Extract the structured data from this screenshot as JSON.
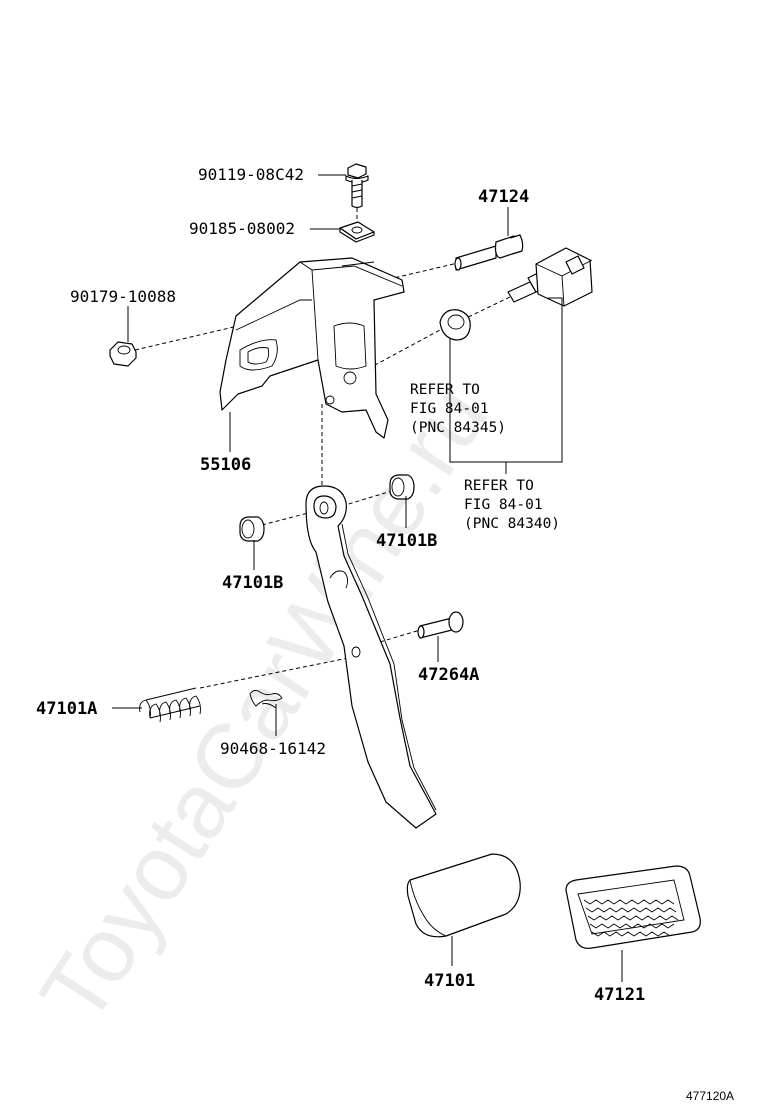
{
  "watermark": "ToyotaCarWine.ru",
  "figure_id": "477120A",
  "labels": {
    "bolt_flange": "90119-08C42",
    "washer_square": "90185-08002",
    "nut_flange": "90179-10088",
    "bracket": "55106",
    "pedal_shaft_bolt": "47124",
    "bushing_right": "47101B",
    "bushing_left": "47101B",
    "pin": "47264A",
    "spring": "47101A",
    "clip": "90468-16142",
    "brake_pedal": "47101",
    "pedal_pad": "47121"
  },
  "notes": {
    "ref1": [
      "REFER TO",
      "FIG 84-01",
      "(PNC 84345)"
    ],
    "ref2": [
      "REFER TO",
      "FIG 84-01",
      "(PNC 84340)"
    ]
  }
}
